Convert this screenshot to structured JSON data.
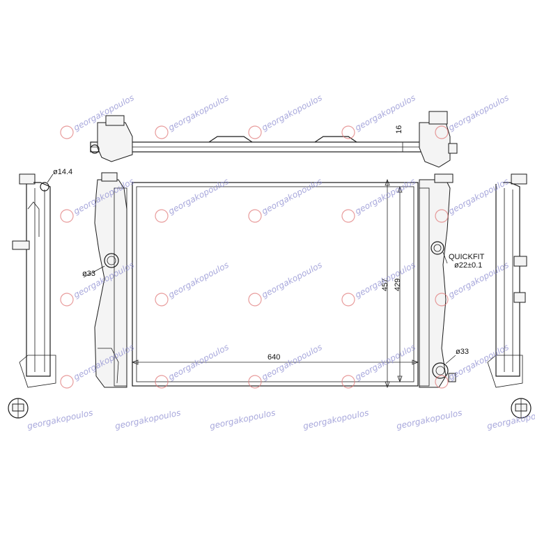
{
  "dimensions": {
    "width_label": "640",
    "height_label": "457",
    "core_height_label": "429",
    "thickness_label": "16",
    "inlet_label": "ø33",
    "outlet_label": "ø33",
    "bleed_label": "ø14.4",
    "quickfit_label": "QUICKFIT",
    "quickfit_size_label": "ø22±0.1"
  },
  "watermark": {
    "text": "georgakopoulos",
    "logo_icon": "georgakopoulos-logo-icon",
    "color": "#8a8ad0"
  }
}
